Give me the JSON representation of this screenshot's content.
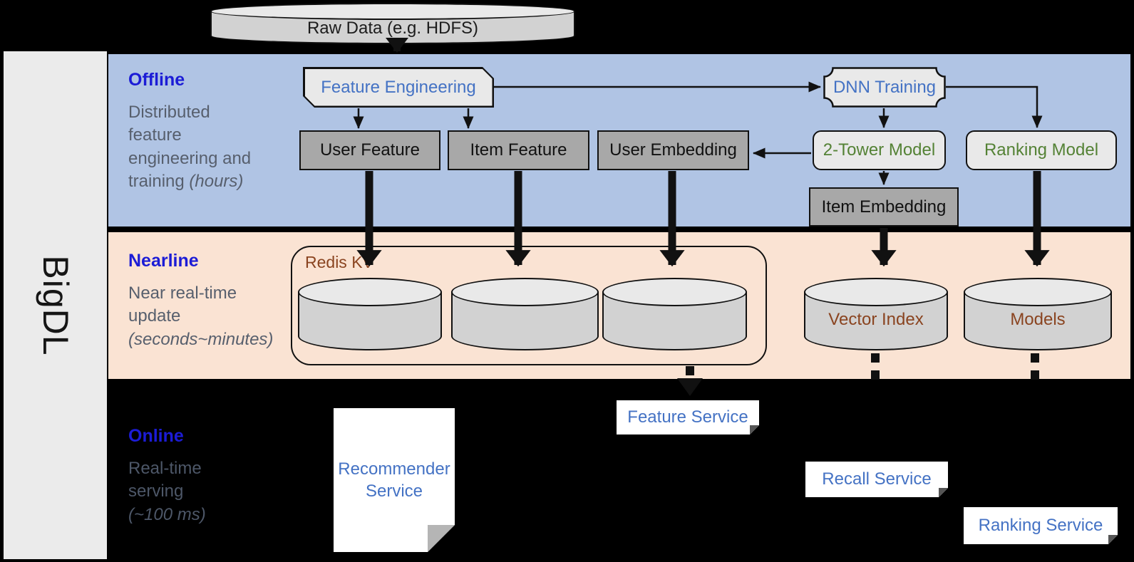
{
  "colors": {
    "canvas-bg": "#000000",
    "sidebar-bg": "#ebebeb",
    "offline-bg": "#b0c4e4",
    "nearline-bg": "#fae3d3",
    "band-header": "#1c1cd6",
    "band-subtitle": "#575f6d",
    "online-subtitle": "#4d5768",
    "box-blue-text": "#4472c4",
    "box-green-text": "#548235",
    "db-brown-text": "#8a4420",
    "dark-box-bg": "#a8a8a8",
    "light-box-bg": "#e9e9e9",
    "cyl-body": "#d2d2d2",
    "line": "#111111"
  },
  "sidebar": {
    "label": "BigDL"
  },
  "source": {
    "label": "Raw Data (e.g. HDFS)"
  },
  "offline": {
    "title": "Offline",
    "subtitle": "Distributed feature engineering and training ",
    "subtitle_note": "(hours)",
    "nodes": {
      "feature_engineering": "Feature Engineering",
      "dnn_training": "DNN Training",
      "user_feature": "User Feature",
      "item_feature": "Item Feature",
      "user_embedding": "User Embedding",
      "two_tower_model": "2-Tower Model",
      "ranking_model": "Ranking Model",
      "item_embedding": "Item Embedding"
    }
  },
  "nearline": {
    "title": "Nearline",
    "subtitle": "Near real-time update",
    "subtitle_note": "(seconds~minutes)",
    "redis_group_label": "Redis KV",
    "stores": {
      "vector_index": "Vector Index",
      "models": "Models"
    }
  },
  "online": {
    "title": "Online",
    "subtitle": "Real-time serving",
    "subtitle_note": "(~100 ms)",
    "services": {
      "recommender": "Recommender Service",
      "feature": "Feature Service",
      "recall": "Recall Service",
      "ranking": "Ranking Service"
    }
  }
}
